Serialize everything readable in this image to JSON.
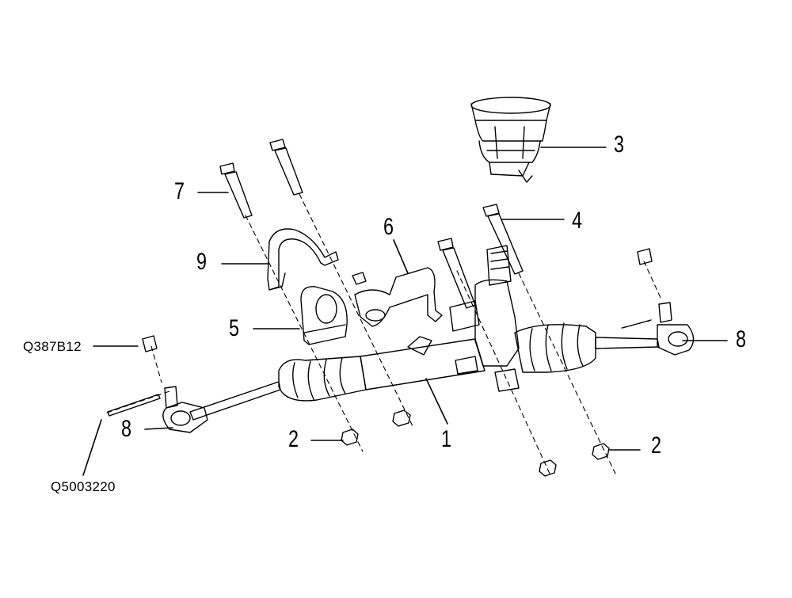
{
  "diagram": {
    "callouts": {
      "c1": "1",
      "c2a": "2",
      "c2b": "2",
      "c3": "3",
      "c4": "4",
      "c5": "5",
      "c6": "6",
      "c7": "7",
      "c8a": "8",
      "c8b": "8",
      "c9": "9",
      "q387": "Q387B12",
      "q500": "Q5003220"
    },
    "line_color": "#000000"
  }
}
